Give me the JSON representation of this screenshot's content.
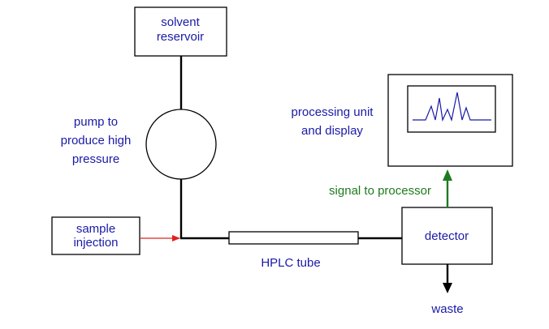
{
  "labels": {
    "solvent_reservoir": [
      "solvent",
      "reservoir"
    ],
    "pump": [
      "pump to",
      "produce high",
      "pressure"
    ],
    "sample_injection": [
      "sample",
      "injection"
    ],
    "hplc_tube": "HPLC tube",
    "detector": "detector",
    "waste": "waste",
    "signal": "signal to processor",
    "processing_unit": [
      "processing unit",
      "and display"
    ]
  },
  "colors": {
    "label_text": "#1a1aa8",
    "signal_arrow": "#1e7a1e",
    "sample_arrow": "#e02020",
    "display_trace": "#1a1aa8",
    "lines": "#000000"
  }
}
